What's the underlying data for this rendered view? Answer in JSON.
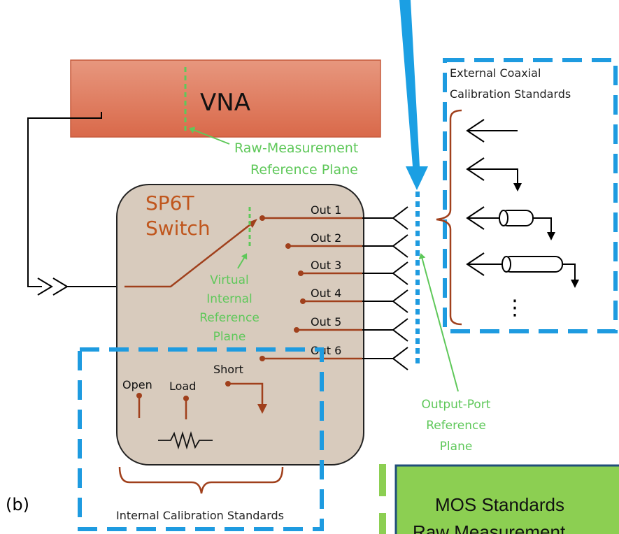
{
  "vna": {
    "label": "VNA"
  },
  "switch": {
    "label_line1": "SP6T",
    "label_line2": "Switch"
  },
  "outputs": [
    "Out 1",
    "Out 2",
    "Out 3",
    "Out 4",
    "Out 5",
    "Out 6"
  ],
  "raw_plane": {
    "line1": "Raw-Measurement",
    "line2": "Reference Plane"
  },
  "virtual_plane": {
    "line1": "Virtual",
    "line2": "Internal",
    "line3": "Reference",
    "line4": "Plane"
  },
  "output_plane": {
    "line1": "Output-Port",
    "line2": "Reference",
    "line3": "Plane"
  },
  "external": {
    "line1": "External Coaxial",
    "line2": "Calibration Standards"
  },
  "internal": {
    "open": "Open",
    "load": "Load",
    "short": "Short",
    "caption": "Internal Calibration Standards"
  },
  "panel_label": "(b)",
  "green_box": {
    "line1": "MOS Standards",
    "line2": "Raw Measurement"
  },
  "ellipsis": "⋮",
  "colors": {
    "vna_fill": "#dc6e4e",
    "switch_fill": "#d8cbbd",
    "wire_brown": "#a0401c",
    "ref_green": "#5fc85a",
    "dash_blue": "#1e9be0",
    "arrow_blue": "#1b9fe3",
    "green_box_fill": "#8ccf52",
    "green_box_border": "#1f4e79"
  }
}
